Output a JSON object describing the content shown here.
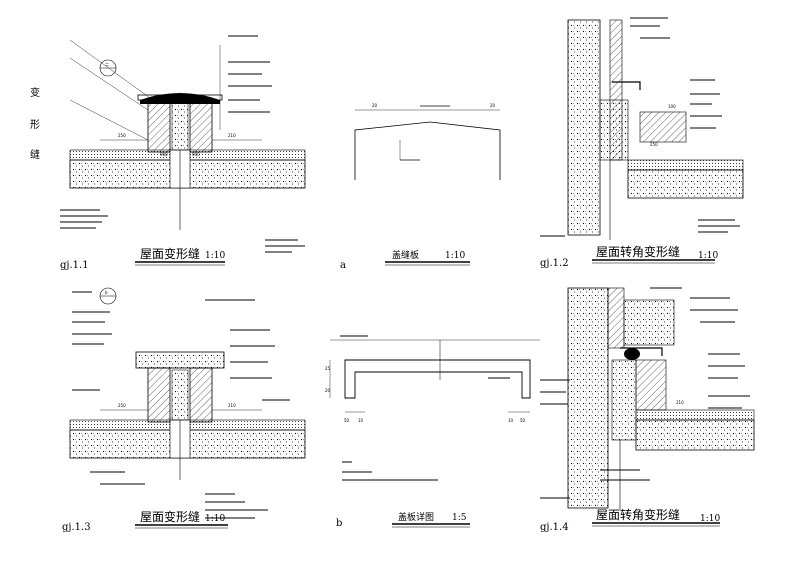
{
  "side_label": [
    "变",
    "形",
    "缝"
  ],
  "panels": [
    {
      "id": "gj1.1",
      "code": "gj.1.1",
      "title": "屋面变形缝",
      "scale": "1:10"
    },
    {
      "id": "a",
      "code": "a",
      "title": "盖缝板",
      "scale": "1:10"
    },
    {
      "id": "gj1.2",
      "code": "gj.1.2",
      "title": "屋面转角变形缝",
      "scale": "1:10"
    },
    {
      "id": "gj1.3",
      "code": "gj.1.3",
      "title": "屋面变形缝",
      "scale": "1:10"
    },
    {
      "id": "b",
      "code": "b",
      "title": "盖板详图",
      "scale": "1:5"
    },
    {
      "id": "gj1.4",
      "code": "gj.1.4",
      "title": "屋面转角变形缝",
      "scale": "1:10"
    }
  ],
  "bubbles": [
    "二",
    "b"
  ],
  "dims": {
    "d250": "250",
    "d210": "210",
    "d900": "900",
    "d100": "100",
    "d20": "20",
    "d50": "50",
    "d10": "10",
    "d25": "25",
    "d20b": "20"
  },
  "colors": {
    "line": "#000000",
    "paper": "#ffffff"
  }
}
